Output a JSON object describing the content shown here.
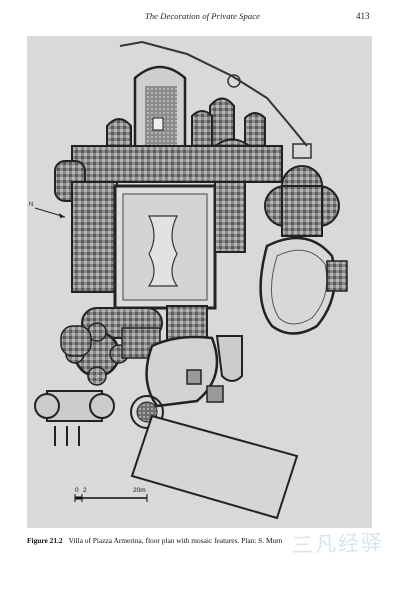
{
  "header": {
    "running_head": "The Decoration of Private Space",
    "page_number": "413"
  },
  "figure": {
    "north_label": "N",
    "scale_labels": [
      "0",
      "2",
      "20m"
    ]
  },
  "caption": {
    "figure_number": "Figure 21.2",
    "text": "Villa of Piazza Armerina, floor plan with mosaic features. Plan: S. Murn"
  },
  "watermark": "三凡经驿"
}
